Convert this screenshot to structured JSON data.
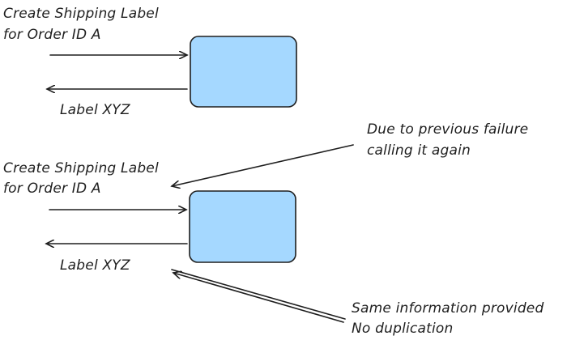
{
  "top": {
    "request_line1": "Create Shipping Label",
    "request_line2": "for Order ID A",
    "response": "Label XYZ"
  },
  "bottom": {
    "request_line1": "Create Shipping Label",
    "request_line2": "for Order ID A",
    "response": "Label XYZ"
  },
  "notes": {
    "retry_line1": "Due to previous failure",
    "retry_line2": "calling it again",
    "same_line1": "Same information provided",
    "same_line2": "No duplication"
  },
  "colors": {
    "box_fill": "#a5d8ff",
    "stroke": "#1e1e1e"
  }
}
